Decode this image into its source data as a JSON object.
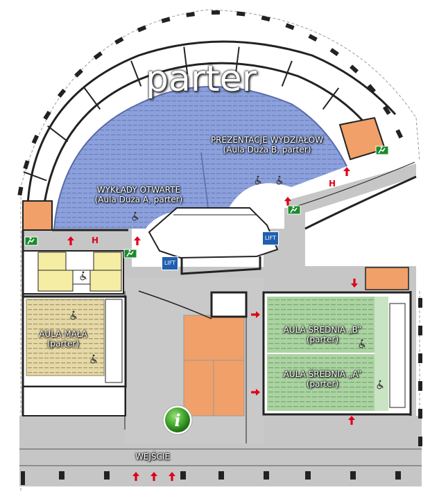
{
  "map": {
    "title": "parter",
    "rooms": [
      {
        "id": "aula-duza-a",
        "name": "WYKŁADY OTWARTE",
        "sub": "(Aula Duża A, parter)"
      },
      {
        "id": "aula-duza-b",
        "name": "PREZENTACJE WYDZIAŁÓW",
        "sub": "(Aula Duża B, parter)"
      },
      {
        "id": "aula-mala",
        "name": "AULA MAŁA",
        "sub": "(parter)"
      },
      {
        "id": "aula-srednia-b",
        "name": "AULA ŚREDNIA „B”",
        "sub": "(parter)"
      },
      {
        "id": "aula-srednia-a",
        "name": "AULA ŚREDNIA „A”",
        "sub": "(parter)"
      }
    ],
    "entrance": "WEJŚCIE",
    "lift_label": "LIFT",
    "hall_mark": "H",
    "info_symbol": "i",
    "colors": {
      "hall_blue": "#7f95d6",
      "hall_green": "#a4cf9a",
      "hall_tan": "#e4d6a4",
      "stair_orange": "#f0a068",
      "wc_yellow": "#f6eda4",
      "corridor_gray": "#c4c4c4",
      "arrow_red": "#e0001a",
      "info_green": "#3fa52a"
    }
  }
}
